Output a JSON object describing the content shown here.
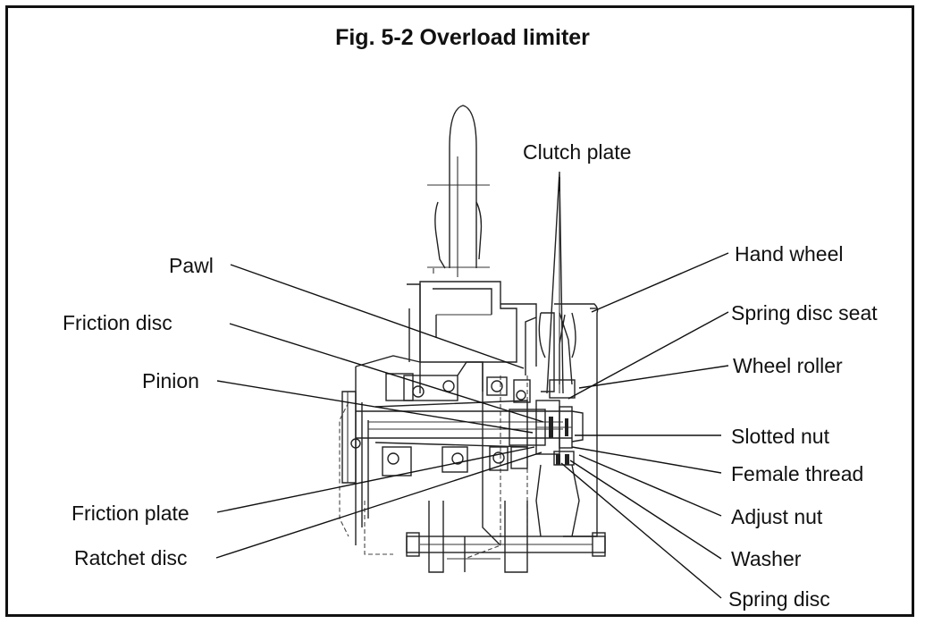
{
  "figure": {
    "title": "Fig. 5-2 Overload limiter"
  },
  "labels": {
    "clutch_plate": "Clutch plate",
    "pawl": "Pawl",
    "friction_disc": "Friction disc",
    "pinion": "Pinion",
    "friction_plate": "Friction plate",
    "ratchet_disc": "Ratchet disc",
    "hand_wheel": "Hand wheel",
    "spring_disc_seat": "Spring disc seat",
    "wheel_roller": "Wheel roller",
    "slotted_nut": "Slotted nut",
    "female_thread": "Female thread",
    "adjust_nut": "Adjust nut",
    "washer": "Washer",
    "spring_disc": "Spring disc"
  }
}
